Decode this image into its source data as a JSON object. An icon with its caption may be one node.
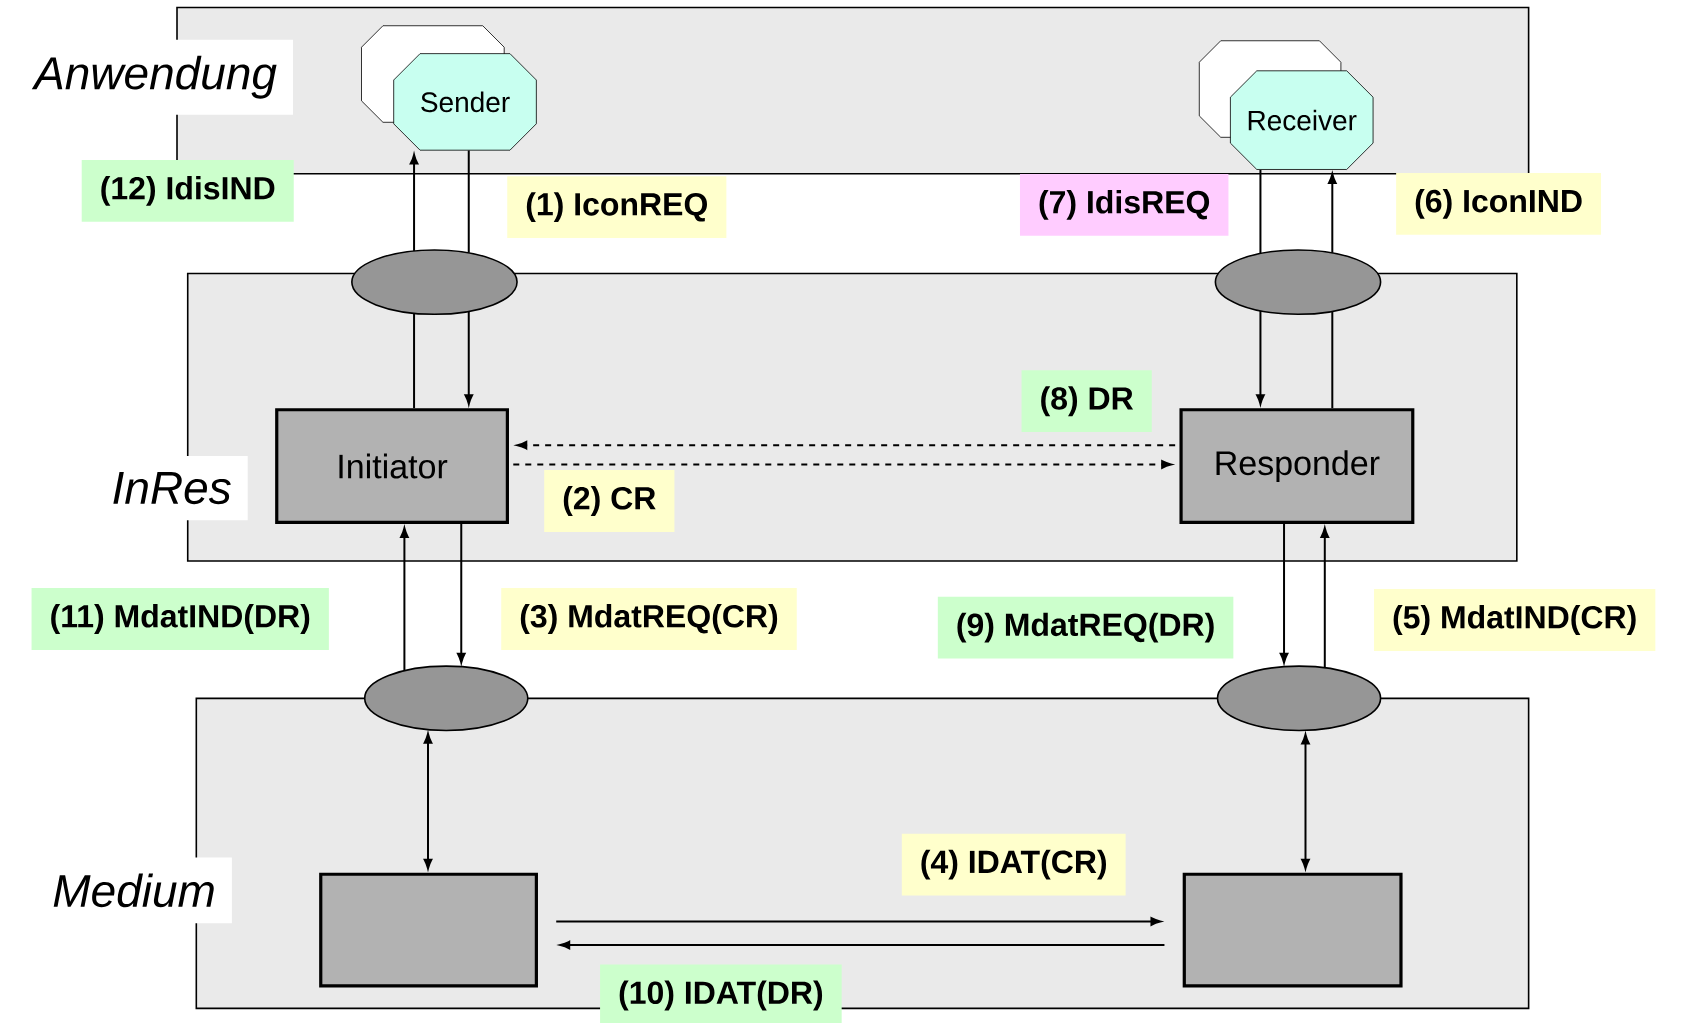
{
  "diagram": {
    "nodes": [
      {
        "text": [
          "Anwendung"
        ]
      },
      {
        "text": [
          "Sender"
        ],
        "in": 0
      },
      {
        "text": [
          "Receiver"
        ],
        "in": 0
      },
      {
        "text": [
          "InRes"
        ]
      },
      {
        "text": [],
        "shape": "ellipse"
      },
      {
        "text": [],
        "shape": "ellipse"
      },
      {
        "text": [
          "Initiator"
        ],
        "in": 3
      },
      {
        "text": [
          "Responder"
        ],
        "in": 3
      },
      {
        "text": [
          "Medium"
        ]
      },
      {
        "text": [],
        "shape": "ellipse"
      },
      {
        "text": [],
        "shape": "ellipse"
      },
      {
        "text": [],
        "shape": "box",
        "in": 8
      },
      {
        "text": [],
        "shape": "box",
        "in": 8
      }
    ],
    "edges": [
      {
        "from": 1,
        "to": 4,
        "arrow": "none",
        "label": "(1) IconREQ"
      },
      {
        "from": 6,
        "to": 7,
        "arrow": "to",
        "label": "(2) CR",
        "style": "dashed"
      },
      {
        "from": 6,
        "to": 9,
        "arrow": "to",
        "label": "(3) MdatREQ(CR)"
      },
      {
        "from": 11,
        "to": 12,
        "arrow": "to",
        "label": "(4) IDAT(CR)"
      },
      {
        "from": 10,
        "to": 7,
        "arrow": "to",
        "label": "(5) MdatIND(CR)"
      },
      {
        "from": 5,
        "to": 2,
        "arrow": "to",
        "label": "(6) IconIND"
      },
      {
        "from": 2,
        "to": 5,
        "arrow": "none",
        "label": "(7) IdisREQ"
      },
      {
        "from": 7,
        "to": 6,
        "arrow": "to",
        "label": "(8) DR",
        "style": "dashed"
      },
      {
        "from": 7,
        "to": 10,
        "arrow": "to",
        "label": "(9) MdatREQ(DR)"
      },
      {
        "from": 12,
        "to": 11,
        "arrow": "to",
        "label": "(10) IDAT(DR)"
      },
      {
        "from": 9,
        "to": 6,
        "arrow": "to",
        "label": "(11) MdatIND(DR)"
      },
      {
        "from": 4,
        "to": 1,
        "arrow": "to",
        "label": "(12) IdisIND"
      },
      {
        "from": 9,
        "to": 11,
        "arrow": "both"
      },
      {
        "from": 10,
        "to": 12,
        "arrow": "both"
      },
      {
        "from": 4,
        "to": 6,
        "arrow": "to"
      },
      {
        "from": 6,
        "to": 4,
        "arrow": "none"
      },
      {
        "from": 7,
        "to": 5,
        "arrow": "none"
      },
      {
        "from": 5,
        "to": 7,
        "arrow": "to"
      }
    ]
  }
}
